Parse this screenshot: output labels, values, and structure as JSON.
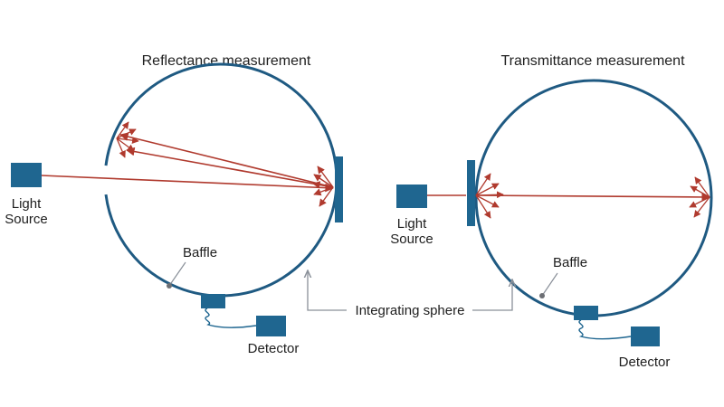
{
  "colors": {
    "sphere": "#1f5a82",
    "component": "#1f6690",
    "beam": "#b03a2e",
    "pointer": "#8a9099",
    "text": "#1e1e1e",
    "baffle_dot": "#6c6f74"
  },
  "reflectance": {
    "title": "Reflectance measurement",
    "light_source_line1": "Light",
    "light_source_line2": "Source",
    "baffle": "Baffle",
    "detector": "Detector"
  },
  "transmittance": {
    "title": "Transmittance measurement",
    "light_source_line1": "Light",
    "light_source_line2": "Source",
    "baffle": "Baffle",
    "detector": "Detector"
  },
  "integrating_sphere": "Integrating sphere"
}
